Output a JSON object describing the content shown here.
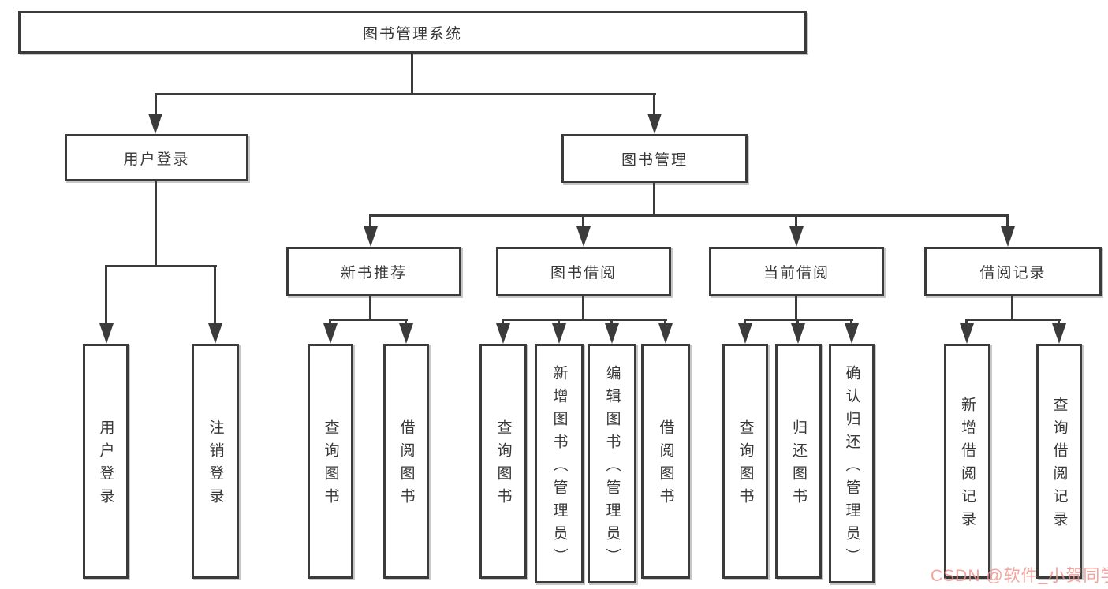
{
  "diagram_title": "图书管理系统",
  "watermark": {
    "text": "CSDN @软件_小贺同学",
    "color": "#f3928c"
  },
  "colors": {
    "line": "#3b3b3b",
    "box_border": "#3b3b3b",
    "box_fill": "#ffffff",
    "text": "#383838",
    "background": "#ffffff",
    "watermark": "#f3928c"
  },
  "tree": {
    "root": {
      "label": "图书管理系统",
      "children": [
        {
          "label": "用户登录",
          "children": [
            {
              "label": "用户登录"
            },
            {
              "label": "注销登录"
            }
          ]
        },
        {
          "label": "图书管理",
          "children": [
            {
              "label": "新书推荐",
              "children": [
                {
                  "label": "查询图书"
                },
                {
                  "label": "借阅图书"
                }
              ]
            },
            {
              "label": "图书借阅",
              "children": [
                {
                  "label": "查询图书"
                },
                {
                  "label": "新增图书（管理员）"
                },
                {
                  "label": "编辑图书（管理员）"
                },
                {
                  "label": "借阅图书"
                }
              ]
            },
            {
              "label": "当前借阅",
              "children": [
                {
                  "label": "查询图书"
                },
                {
                  "label": "归还图书"
                },
                {
                  "label": "确认归还（管理员）"
                }
              ]
            },
            {
              "label": "借阅记录",
              "children": [
                {
                  "label": "新增借阅记录"
                },
                {
                  "label": "查询借阅记录"
                }
              ]
            }
          ]
        }
      ]
    }
  }
}
